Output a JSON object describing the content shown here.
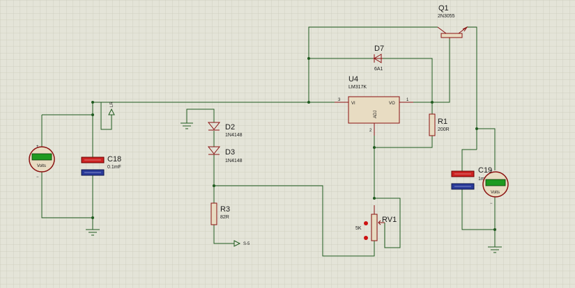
{
  "components": {
    "q1": {
      "ref": "Q1",
      "value": "2N3055"
    },
    "d7": {
      "ref": "D7",
      "value": "6A1"
    },
    "u4": {
      "ref": "U4",
      "value": "LM317K",
      "pin_in": "3",
      "pin_out": "1",
      "pin_adj": "2",
      "label_in": "VI",
      "label_out": "VO",
      "label_adj": "ADJ"
    },
    "r1": {
      "ref": "R1",
      "value": "200R"
    },
    "d2": {
      "ref": "D2",
      "value": "1N4148"
    },
    "d3": {
      "ref": "D3",
      "value": "1N4148"
    },
    "r3": {
      "ref": "R3",
      "value": "82R"
    },
    "rv1": {
      "ref": "RV1",
      "value": "5K"
    },
    "c18": {
      "ref": "C18",
      "value": "0.1mF"
    },
    "c19": {
      "ref": "C19",
      "value": "1mF"
    },
    "vm_left": {
      "unit": "Volts"
    },
    "vm_right": {
      "unit": "Volts"
    },
    "terminal_in": {
      "label": "LR"
    },
    "terminal_out": {
      "label": "S-5"
    }
  },
  "colors": {
    "background": "#e4e4d8",
    "grid": "#c9c9b9",
    "wire": "#1e5a1e",
    "component": "#8a1010",
    "body_fill": "#e8dcc2",
    "meter_display": "#1f9a1f"
  }
}
